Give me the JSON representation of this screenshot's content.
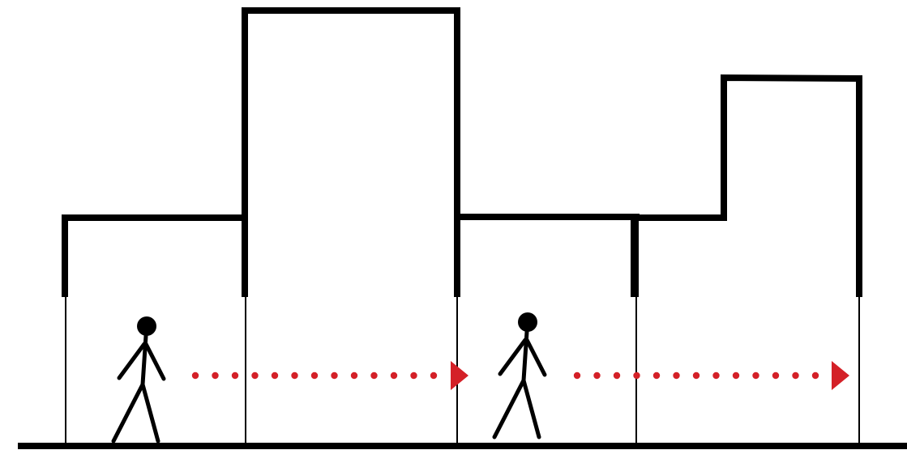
{
  "colors": {
    "background": "#ffffff",
    "outline": "#000000",
    "arrow": "#d42027"
  },
  "figures": [
    {
      "name": "person-left",
      "icon": "walking-person-icon"
    },
    {
      "name": "person-right",
      "icon": "walking-person-icon"
    }
  ],
  "arrows": [
    {
      "name": "arrow-left",
      "style": "dotted",
      "direction": "right"
    },
    {
      "name": "arrow-right",
      "style": "dotted",
      "direction": "right"
    }
  ]
}
